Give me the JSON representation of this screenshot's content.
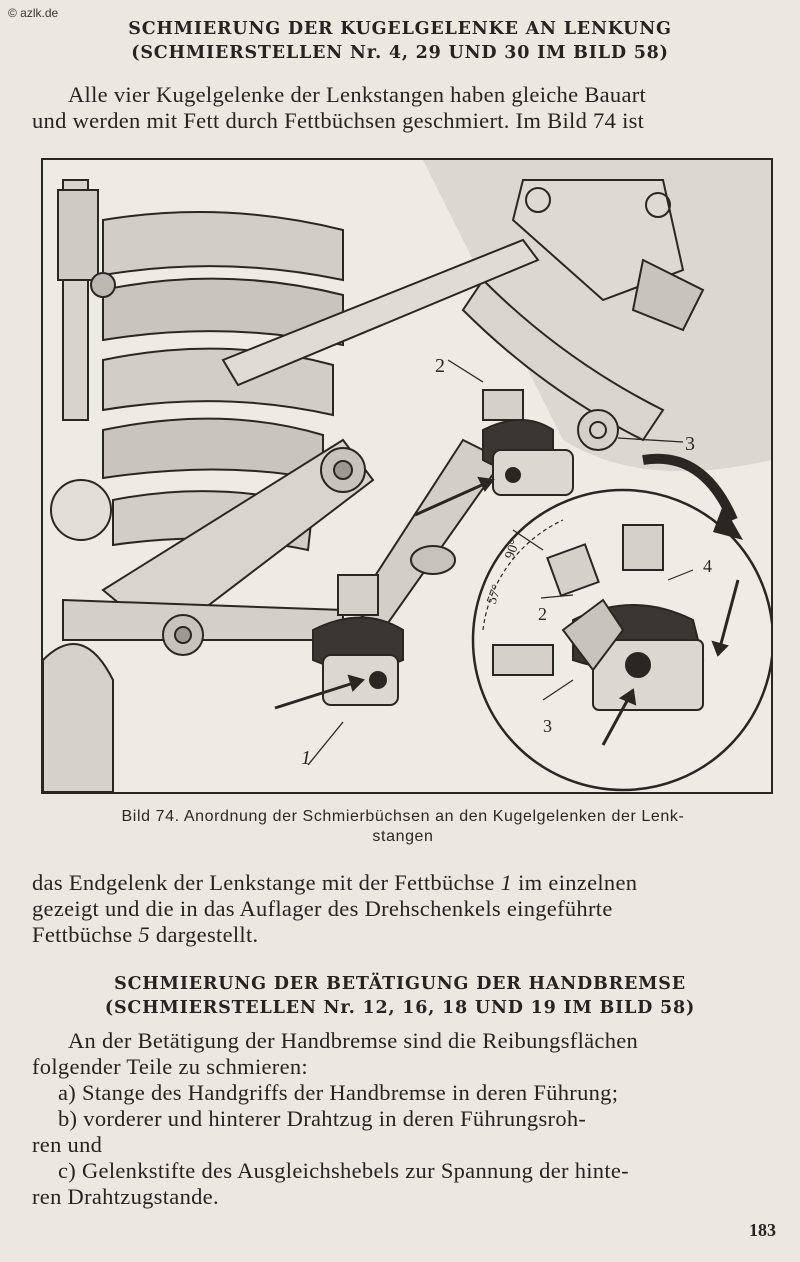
{
  "watermark": "© azlk.de",
  "section1": {
    "heading_line1": "SCHMIERUNG DER KUGELGELENKE AN LENKUNG",
    "heading_line2": "(SCHMIERSTELLEN Nr. 4, 29 UND 30 IM BILD 58)",
    "para_line1": "Alle vier Kugelgelenke der Lenkstangen haben gleiche Bauart",
    "para_line2": "und werden mit Fett durch Fettbüchsen geschmiert. Im Bild 74 ist"
  },
  "figure": {
    "labels": {
      "l1": "1",
      "l2": "2",
      "l3": "3",
      "inset_2": "2",
      "inset_3": "3",
      "inset_4": "4",
      "angle_90": "90°",
      "angle_57": "57°"
    },
    "caption_line1": "Bild 74. Anordnung der Schmierbüchsen an den Kugelgelenken der Lenk-",
    "caption_line2": "stangen"
  },
  "para2": {
    "line1_a": "das Endgelenk der Lenkstange mit der Fettbüchse ",
    "line1_num": "1",
    "line1_b": " im einzelnen",
    "line2": "gezeigt und die in das Auflager des Drehschenkels eingeführte",
    "line3_a": "Fettbüchse ",
    "line3_num": "5",
    "line3_b": " dargestellt."
  },
  "section2": {
    "heading_line1": "SCHMIERUNG DER BETÄTIGUNG DER HANDBREMSE",
    "heading_line2": "(SCHMIERSTELLEN Nr. 12, 16, 18 UND 19 IM BILD 58)",
    "intro_line1": "An der Betätigung der Handbremse sind die Reibungsflächen",
    "intro_line2": "folgender Teile zu schmieren:",
    "item_a": "a) Stange des Handgriffs der Handbremse in deren Führung;",
    "item_b_line1": "b) vorderer und hinterer Drahtzug in deren Führungsroh-",
    "item_b_line2": "ren und",
    "item_c_line1": "c) Gelenkstifte des Ausgleichshebels zur Spannung der hinte-",
    "item_c_line2": "ren Drahtzugstande."
  },
  "page_number": "183"
}
